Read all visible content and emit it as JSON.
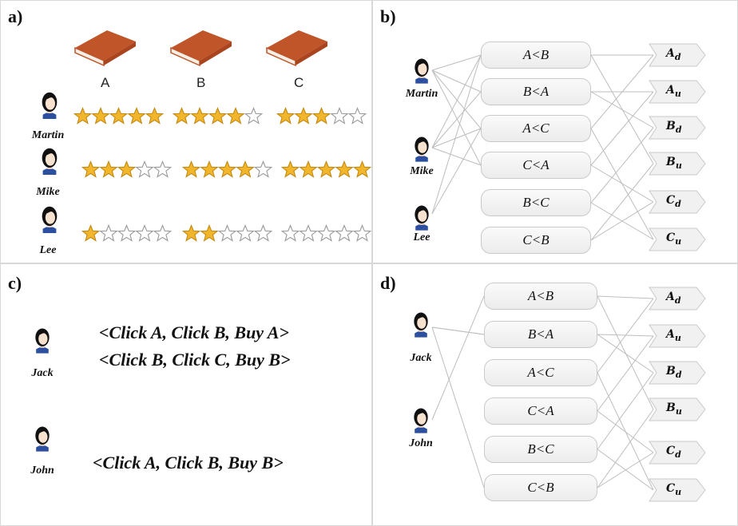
{
  "panels": {
    "a": {
      "label": "a)"
    },
    "b": {
      "label": "b)"
    },
    "c": {
      "label": "c)"
    },
    "d": {
      "label": "d)"
    }
  },
  "items": [
    "A",
    "B",
    "C"
  ],
  "users_a": [
    {
      "name": "Martin",
      "ratings": [
        5,
        4,
        3
      ]
    },
    {
      "name": "Mike",
      "ratings": [
        3,
        4,
        5
      ]
    },
    {
      "name": "Lee",
      "ratings": [
        1,
        2,
        0
      ]
    }
  ],
  "pairs": [
    "A<B",
    "B<A",
    "A<C",
    "C<A",
    "B<C",
    "C<B"
  ],
  "tags": [
    {
      "letter": "A",
      "sub": "d"
    },
    {
      "letter": "A",
      "sub": "u"
    },
    {
      "letter": "B",
      "sub": "d"
    },
    {
      "letter": "B",
      "sub": "u"
    },
    {
      "letter": "C",
      "sub": "d"
    },
    {
      "letter": "C",
      "sub": "u"
    }
  ],
  "users_b": [
    "Martin",
    "Mike",
    "Lee"
  ],
  "users_c": [
    {
      "name": "Jack",
      "sequences": [
        "<Click A, Click B, Buy A>",
        "<Click B, Click C, Buy B>"
      ]
    },
    {
      "name": "John",
      "sequences": [
        "<Click A, Click B, Buy B>"
      ]
    }
  ],
  "users_d": [
    "Jack",
    "John"
  ],
  "colors": {
    "star_fill": "#f2b62c",
    "book": "#c0552a",
    "line": "#bdbdbd"
  }
}
